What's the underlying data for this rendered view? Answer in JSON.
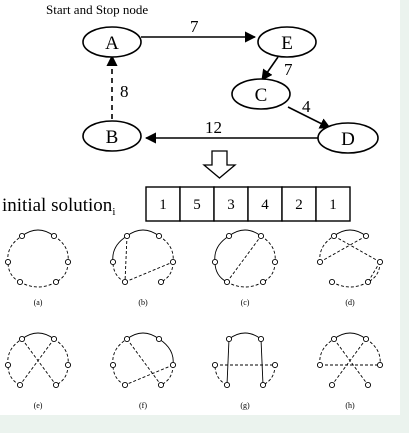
{
  "diagram": {
    "title": "Start and Stop node",
    "nodes": [
      {
        "id": "A",
        "label": "A"
      },
      {
        "id": "E",
        "label": "E"
      },
      {
        "id": "C",
        "label": "C"
      },
      {
        "id": "D",
        "label": "D"
      },
      {
        "id": "B",
        "label": "B"
      }
    ],
    "edges": [
      {
        "from": "A",
        "to": "E",
        "weight": "7",
        "style": "solid"
      },
      {
        "from": "E",
        "to": "C",
        "weight": "7",
        "style": "solid"
      },
      {
        "from": "C",
        "to": "D",
        "weight": "4",
        "style": "solid"
      },
      {
        "from": "D",
        "to": "B",
        "weight": "12",
        "style": "solid"
      },
      {
        "from": "B",
        "to": "A",
        "weight": "8",
        "style": "dashed"
      }
    ]
  },
  "solution": {
    "label": "initial solution",
    "subscript": "i",
    "values": [
      "1",
      "5",
      "3",
      "4",
      "2",
      "1"
    ]
  },
  "moves": {
    "captions": [
      "(a)",
      "(b)",
      "(c)",
      "(d)",
      "(e)",
      "(f)",
      "(g)",
      "(h)"
    ]
  }
}
